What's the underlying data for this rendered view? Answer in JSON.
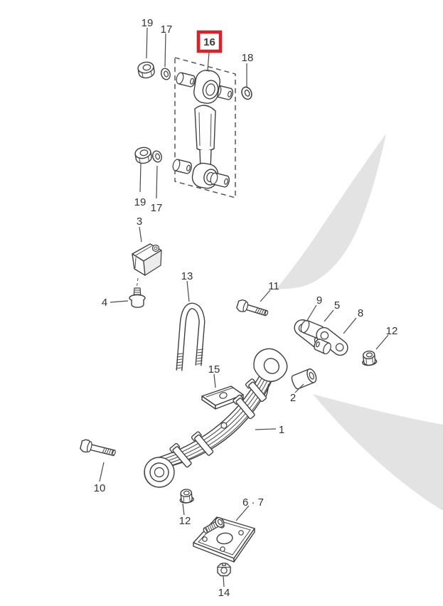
{
  "diagram": {
    "kind": "exploded-parts-diagram",
    "subject": "rear leaf spring suspension with shock absorber",
    "background_color": "#ffffff",
    "line_color": "#3f3f3f",
    "watermark_color": "#e3e3e3",
    "highlight_box_color": "#da2128",
    "label_color": "#333333"
  },
  "callouts": [
    {
      "num": "19",
      "part": "nut-shock-upper",
      "highlighted": false
    },
    {
      "num": "17",
      "part": "washer-shock-upper",
      "highlighted": false
    },
    {
      "num": "16",
      "part": "shock-absorber",
      "highlighted": true
    },
    {
      "num": "18",
      "part": "washer-shock-right",
      "highlighted": false
    },
    {
      "num": "19",
      "part": "nut-shock-lower",
      "highlighted": false
    },
    {
      "num": "17",
      "part": "washer-shock-lower",
      "highlighted": false
    },
    {
      "num": "3",
      "part": "bump-stop",
      "highlighted": false
    },
    {
      "num": "4",
      "part": "bump-stop-bolt",
      "highlighted": false
    },
    {
      "num": "13",
      "part": "u-bolt",
      "highlighted": false
    },
    {
      "num": "11",
      "part": "shackle-bolt",
      "highlighted": false
    },
    {
      "num": "9",
      "part": "shackle-plate-inner",
      "highlighted": false
    },
    {
      "num": "5",
      "part": "shackle-bushing",
      "highlighted": false
    },
    {
      "num": "8",
      "part": "shackle-plate-outer",
      "highlighted": false
    },
    {
      "num": "12",
      "part": "nut-shackle",
      "highlighted": false
    },
    {
      "num": "15",
      "part": "spring-seat-plate",
      "highlighted": false
    },
    {
      "num": "2",
      "part": "spring-bushing",
      "highlighted": false
    },
    {
      "num": "1",
      "part": "leaf-spring",
      "highlighted": false
    },
    {
      "num": "10",
      "part": "spring-eye-bolt",
      "highlighted": false
    },
    {
      "num": "12",
      "part": "nut-spring-eye",
      "highlighted": false
    },
    {
      "num": "6 · 7",
      "part": "spring-plate-with-bolt",
      "highlighted": false
    },
    {
      "num": "14",
      "part": "nut-center-bolt",
      "highlighted": false
    }
  ]
}
